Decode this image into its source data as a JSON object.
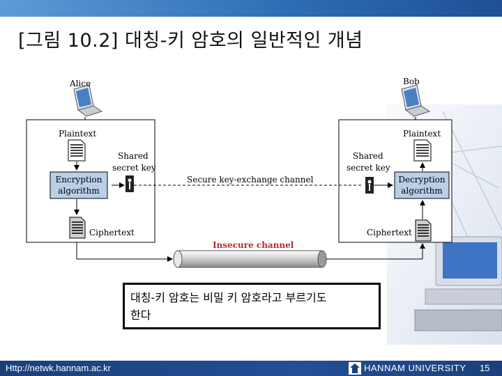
{
  "slide": {
    "title": "[그림 10.2] 대칭-키 암호의 일반적인 개념"
  },
  "diagram": {
    "alice_label": "Alice",
    "bob_label": "Bob",
    "plaintext_left": "Plaintext",
    "plaintext_right": "Plaintext",
    "shared_left": [
      "Shared",
      "secret key"
    ],
    "shared_right": [
      "Shared",
      "secret key"
    ],
    "encryption_box": [
      "Encryption",
      "algorithm"
    ],
    "decryption_box": [
      "Decryption",
      "algorithm"
    ],
    "key_channel_label": "Secure key-exchange channel",
    "ciphertext_left": "Ciphertext",
    "ciphertext_right": "Ciphertext",
    "insecure_channel_label": "Insecure channel"
  },
  "callout": {
    "line1": "대칭-키 암호는 비밀 키 암호라고 부르기도",
    "line2": "한다"
  },
  "footer": {
    "url": "Http://netwk.hannam.ac.kr",
    "university": "HANNAM UNIVERSITY",
    "page_number": "15"
  },
  "colors": {
    "insecure_label": "#c0262d",
    "algorithm_box_fill": "#b9cfe8",
    "footer_bar": "#244f96"
  }
}
